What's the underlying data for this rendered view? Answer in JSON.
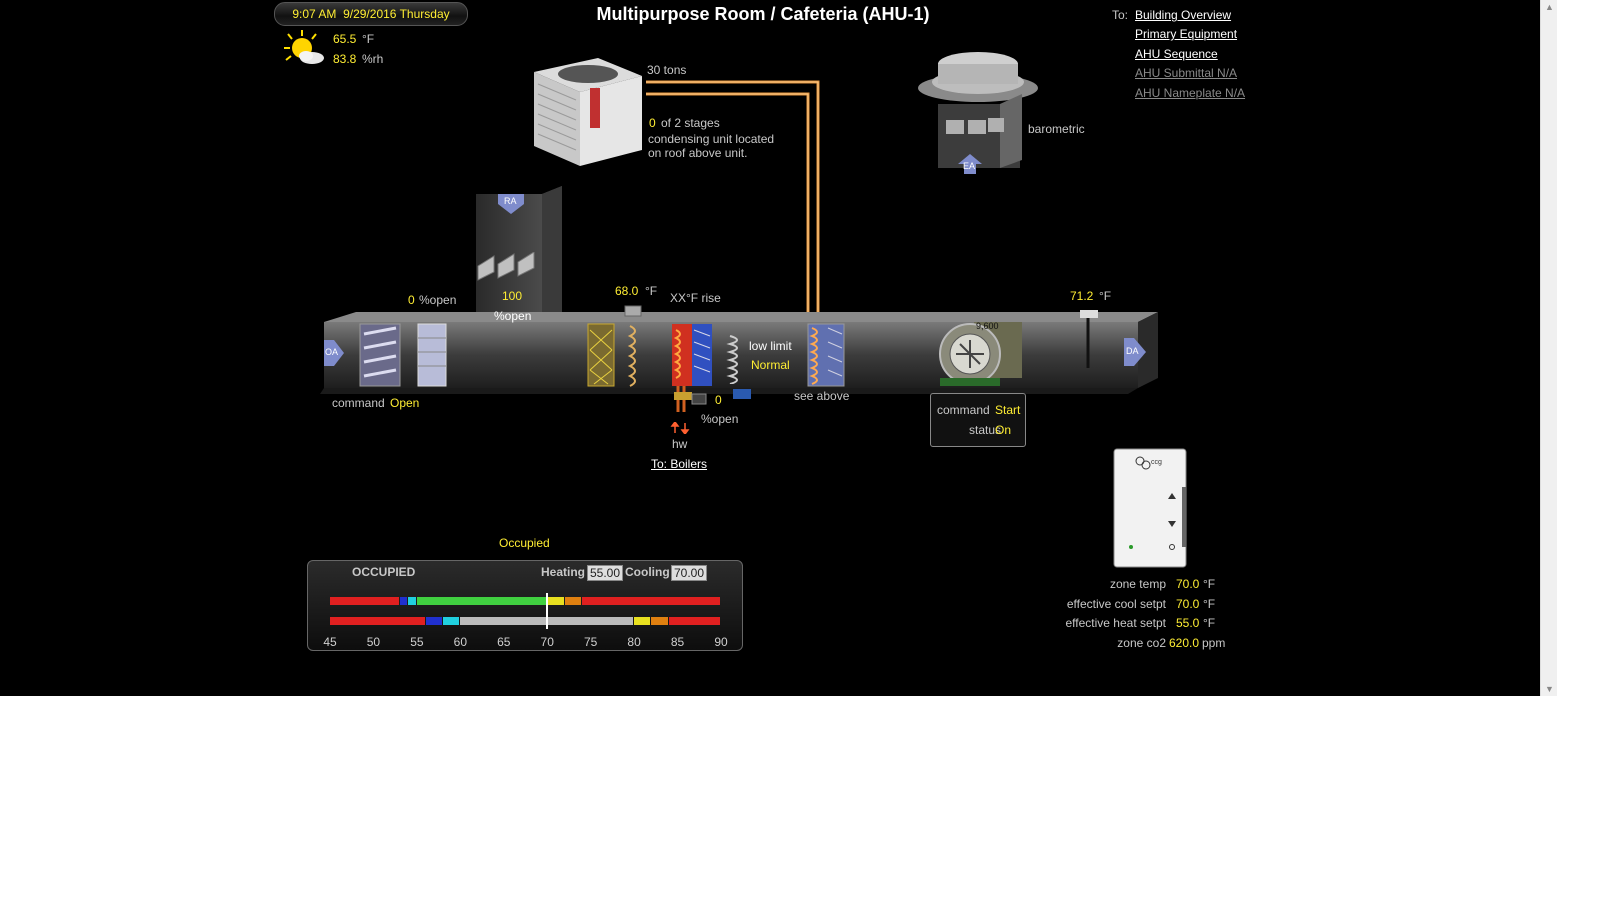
{
  "title": "Multipurpose Room / Cafeteria (AHU-1)",
  "clock": {
    "time": "9:07 AM",
    "date": "9/29/2016",
    "day": "Thursday"
  },
  "weather": {
    "temp": "65.5",
    "temp_unit": "°F",
    "rh": "83.8",
    "rh_unit": "%rh",
    "icon": "sun-cloud-icon"
  },
  "nav": {
    "prefix": "To:",
    "links": [
      {
        "label": "Building Overview",
        "enabled": true
      },
      {
        "label": "Primary Equipment",
        "enabled": true
      },
      {
        "label": "AHU Sequence",
        "enabled": true
      },
      {
        "label": "AHU Submittal N/A",
        "enabled": false
      },
      {
        "label": "AHU Nameplate N/A",
        "enabled": false
      }
    ]
  },
  "condenser": {
    "capacity": "30 tons",
    "stages_value": "0",
    "stages_text": "of 2 stages",
    "note_line1": "condensing unit located",
    "note_line2": "on roof above unit."
  },
  "exhaust": {
    "label": "barometric",
    "badge": "EA"
  },
  "return_air": {
    "badge": "RA",
    "damper_value": "100",
    "damper_unit": "%open"
  },
  "outside_air": {
    "badge": "OA",
    "damper_value": "0",
    "damper_unit": "%open",
    "command_label": "command",
    "command_value": "Open"
  },
  "mixed_air": {
    "temp": "68.0",
    "unit": "°F"
  },
  "heating": {
    "rise": "XX°F rise",
    "valve_value": "0",
    "valve_unit": "%open",
    "hw_label": "hw",
    "boilers_link": "To: Boilers"
  },
  "low_limit": {
    "label": "low limit",
    "status": "Normal"
  },
  "cooling_coil": {
    "note": "see above"
  },
  "fan": {
    "cfm": "9,600",
    "command_label": "command",
    "command_value": "Start",
    "status_label": "status",
    "status_value": "On"
  },
  "discharge": {
    "temp": "71.2",
    "unit": "°F",
    "badge": "DA"
  },
  "occupancy": {
    "label": "Occupied",
    "mode": "OCCUPIED",
    "heating_label": "Heating",
    "heating_value": "55.00",
    "cooling_label": "Cooling",
    "cooling_value": "70.00",
    "scale_min": 45,
    "scale_max": 90,
    "ticks": [
      "45",
      "50",
      "55",
      "60",
      "65",
      "70",
      "75",
      "80",
      "85",
      "90"
    ],
    "current_value": 70,
    "colors": {
      "red": "#e02020",
      "blue": "#2030d0",
      "cyan": "#20d0e0",
      "green": "#40d040",
      "yellow": "#e8e020",
      "orange": "#e08010",
      "gray": "#bbbbbb"
    }
  },
  "zone": {
    "rows": [
      {
        "label": "zone temp",
        "value": "70.0",
        "unit": "°F"
      },
      {
        "label": "effective cool setpt",
        "value": "70.0",
        "unit": "°F"
      },
      {
        "label": "effective heat setpt",
        "value": "55.0",
        "unit": "°F"
      },
      {
        "label": "zone co2",
        "value": "620.0",
        "unit": "ppm"
      }
    ]
  },
  "thermostat": {
    "brand": "ccg"
  }
}
